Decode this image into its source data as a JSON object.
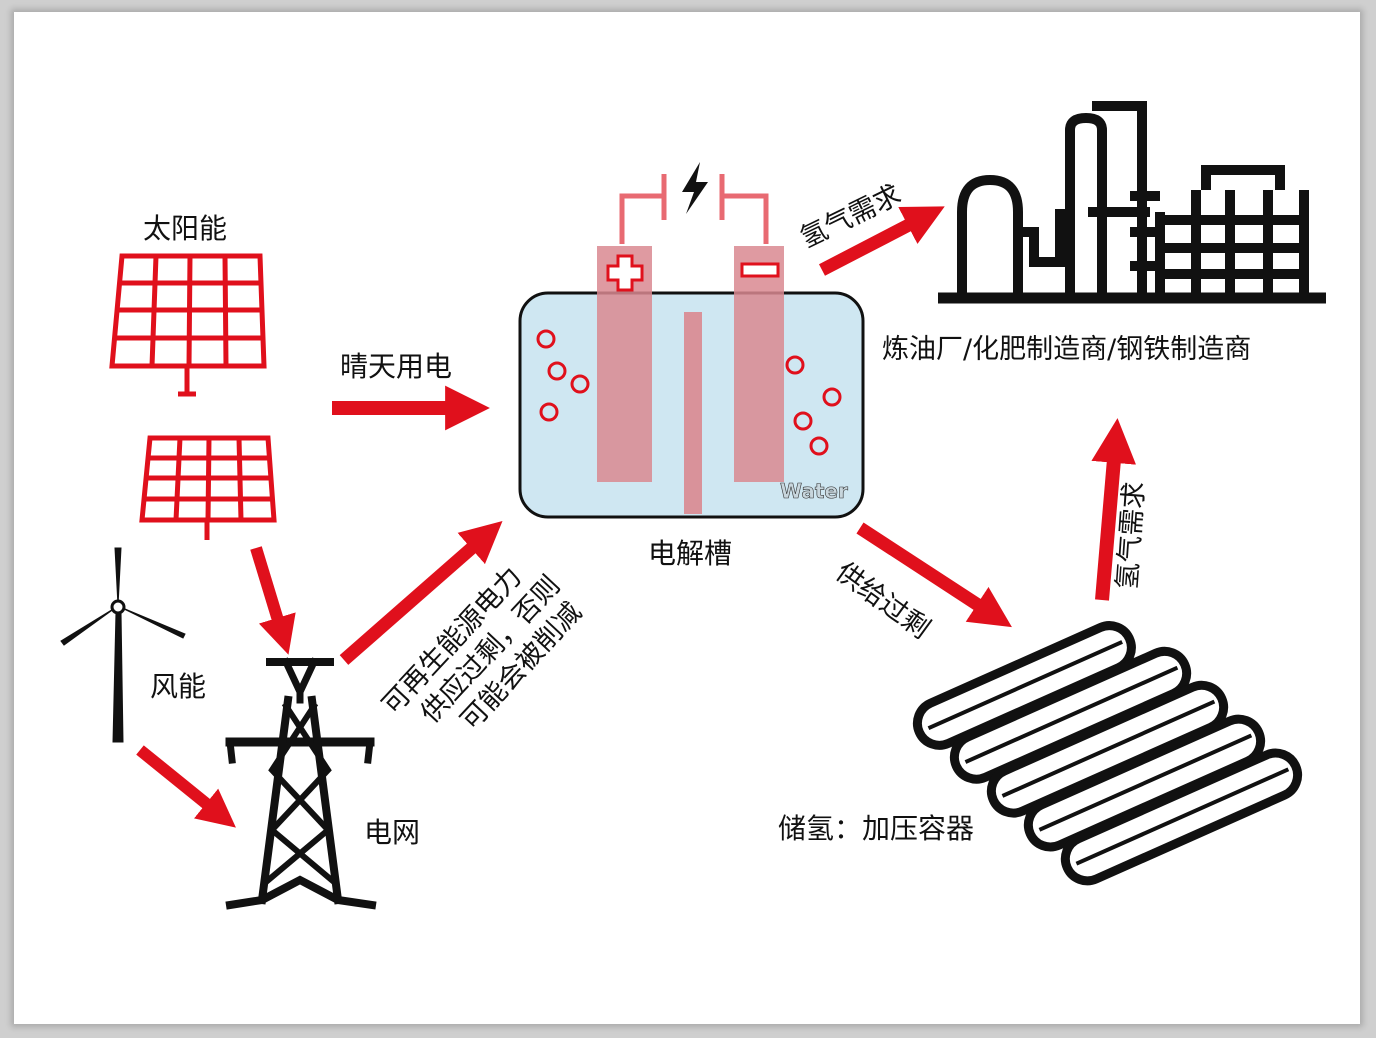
{
  "labels": {
    "solar": "太阳能",
    "wind": "风能",
    "grid": "电网",
    "sunny": "晴天用电",
    "surplus_line1": "可再生能源电力",
    "surplus_line2": "供应过剩，否则",
    "surplus_line3": "可能会被削减",
    "electrolyzer": "电解槽",
    "water": "Water",
    "demand_top": "氢气需求",
    "industry": "炼油厂/化肥制造商/钢铁制造商",
    "oversupply": "供给过剩",
    "demand_right": "氢气需求",
    "storage": "储氢：加压容器"
  },
  "colors": {
    "accent_red": "#e0101c",
    "electrode": "#d98890",
    "water": "#cfe7f2",
    "dark": "#111111"
  },
  "icons": [
    "solar-panel-icon",
    "wind-turbine-icon",
    "transmission-tower-icon",
    "lightning-icon",
    "factory-icon",
    "hydrogen-tank-icon"
  ]
}
